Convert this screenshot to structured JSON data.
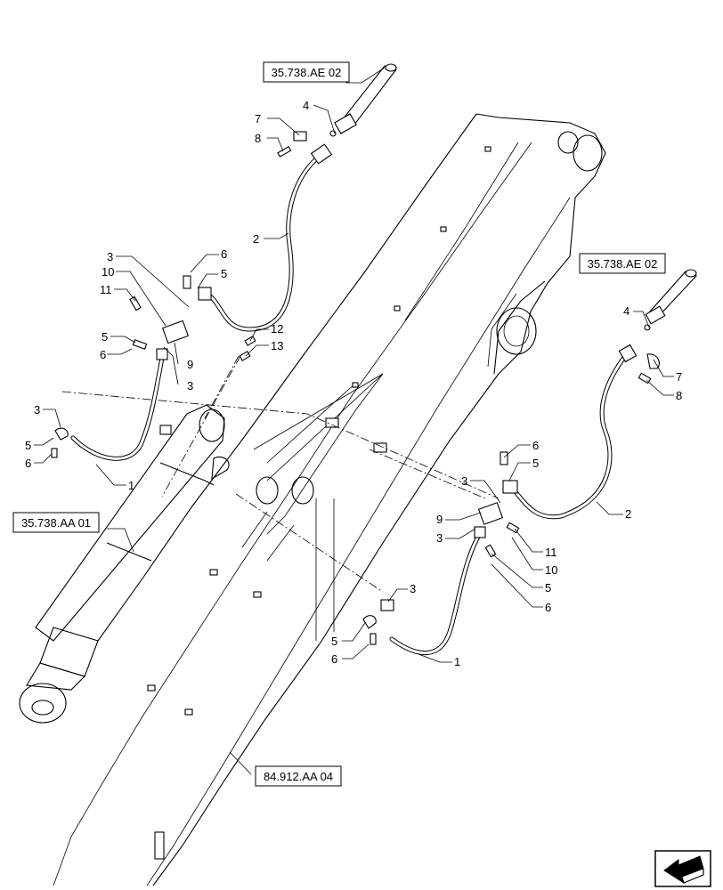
{
  "reference_boxes": {
    "top_hose_ref": "35.738.AE 02",
    "right_hose_ref": "35.738.AE 02",
    "cylinder_ref": "35.738.AA 01",
    "boom_ref": "84.912.AA 04"
  },
  "callouts": {
    "left": {
      "item_4": "4",
      "item_7": "7",
      "item_8": "8",
      "item_2": "2",
      "item_3a": "3",
      "item_6a": "6",
      "item_10": "10",
      "item_5a": "5",
      "item_11": "11",
      "item_12": "12",
      "item_13": "13",
      "item_5b": "5",
      "item_6b": "6",
      "item_9": "9",
      "item_3b": "3",
      "item_3c": "3",
      "item_5c": "5",
      "item_6c": "6",
      "item_1": "1"
    },
    "right": {
      "item_4": "4",
      "item_7": "7",
      "item_8": "8",
      "item_6a": "6",
      "item_5a": "5",
      "item_3a": "3",
      "item_2": "2",
      "item_9": "9",
      "item_3b": "3",
      "item_11": "11",
      "item_10": "10",
      "item_5b": "5",
      "item_6b": "6",
      "item_3c": "3",
      "item_5c": "5",
      "item_6c": "6",
      "item_1": "1"
    }
  },
  "nav_icon": "arrow-back-icon"
}
